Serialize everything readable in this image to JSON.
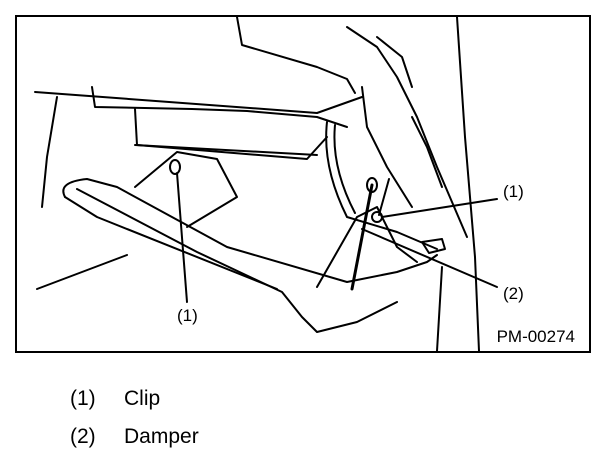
{
  "figure": {
    "id": "PM-00274",
    "callouts": [
      {
        "ref": "clip-left",
        "label": "(1)"
      },
      {
        "ref": "clip-right",
        "label": "(1)"
      },
      {
        "ref": "damper",
        "label": "(2)"
      }
    ]
  },
  "legend": [
    {
      "number": "(1)",
      "text": "Clip"
    },
    {
      "number": "(2)",
      "text": "Damper"
    }
  ]
}
